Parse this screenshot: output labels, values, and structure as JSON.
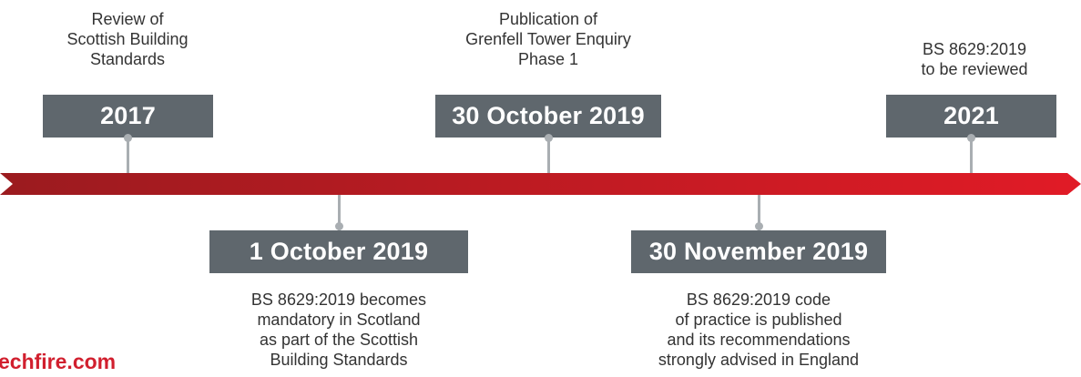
{
  "colors": {
    "arrow_dark": "#9b1b1f",
    "arrow_bright": "#e11b26",
    "box": "#5f676d",
    "connector": "#a9aeb2",
    "text": "#333333",
    "watermark": "#d11f2e"
  },
  "events": [
    {
      "date": "2017",
      "position": "above",
      "lines": [
        "Review of",
        "Scottish Building",
        "Standards"
      ]
    },
    {
      "date": "1 October 2019",
      "position": "below",
      "lines": [
        "BS 8629:2019 becomes",
        "mandatory in Scotland",
        "as part of the Scottish",
        "Building Standards"
      ]
    },
    {
      "date": "30 October 2019",
      "position": "above",
      "lines": [
        "Publication of",
        "Grenfell Tower Enquiry",
        "Phase 1"
      ]
    },
    {
      "date": "30 November 2019",
      "position": "below",
      "lines": [
        "BS 8629:2019 code",
        "of practice is published",
        "and its recommendations",
        "strongly advised in England"
      ]
    },
    {
      "date": "2021",
      "position": "above",
      "lines": [
        "BS 8629:2019",
        "to be reviewed"
      ]
    }
  ],
  "watermark": "echfire.com"
}
